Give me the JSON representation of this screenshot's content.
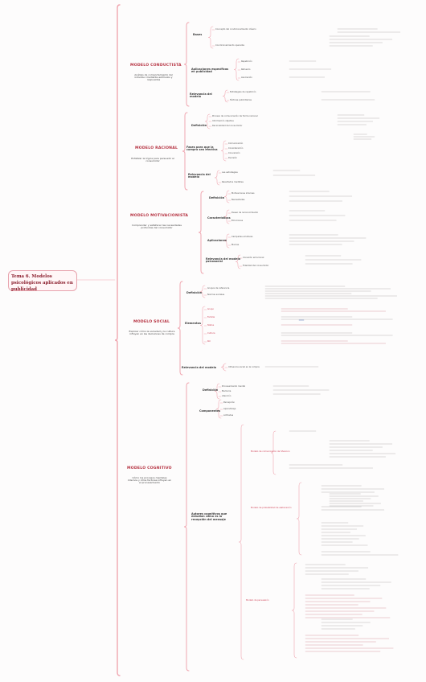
{
  "title": "Tema 6. Modelos psicológicos aplicados en publicidad",
  "colors": {
    "accent": "#e07a88",
    "title": "#8a1d2c",
    "bracket": "#f0a6b0",
    "blue": "#4a6fb2"
  },
  "models": [
    {
      "name": "MODELO CONDUCTISTA",
      "desc": "Análisis de comportamiento del individuo mediante estímulos y respuestas",
      "sections": [
        {
          "label": "Bases",
          "items": [
            "Concepto del condicionamiento clásico",
            "Condicionamiento operante"
          ]
        },
        {
          "label": "Aplicaciones específicas en publicidad",
          "items": [
            "Repetición",
            "Refuerzo",
            "Asociación"
          ]
        },
        {
          "label": "Relevancia del modelo",
          "items": [
            "Estrategias de repetición",
            "Tácticas publicitarias"
          ]
        }
      ]
    },
    {
      "name": "MODELO RACIONAL",
      "desc": "Enfatizar la lógica para persuadir al consumidor",
      "sections": [
        {
          "label": "Definición",
          "items": [
            "Proceso de comunicación de forma racional",
            "Información objetiva",
            "Racionalidad del consumidor"
          ]
        },
        {
          "label": "Fases para que la compra sea efectiva",
          "items": [
            "Comunicación",
            "Consideración",
            "Conversión",
            "Decisión"
          ]
        },
        {
          "label": "Relevancia del modelo",
          "items": [
            "Las estrategias",
            "Resultados medibles"
          ]
        }
      ]
    },
    {
      "name": "MODELO MOTIVACIONISTA",
      "desc": "Comprender y satisfacer las necesidades profundas del consumidor",
      "sections": [
        {
          "label": "Definición",
          "items": [
            "Motivaciones internas",
            "Necesidades"
          ]
        },
        {
          "label": "Características",
          "items": [
            "Deseo de reconocimiento",
            "Emociones"
          ]
        },
        {
          "label": "Aplicaciones",
          "items": [
            "Campañas emotivas",
            "Marcas"
          ]
        },
        {
          "label": "Relevancia del modelo psicosocial",
          "items": [
            "Conexión emocional",
            "Fidelidad del consumidor"
          ]
        }
      ]
    },
    {
      "name": "MODELO SOCIAL",
      "desc": "Explicar cómo la sociedad y la cultura influyen en las decisiones de compra",
      "sections": [
        {
          "label": "Definición",
          "items": [
            "Grupos de referencia",
            "Normas sociales"
          ]
        },
        {
          "label": "Elementos",
          "items": [
            "Grupo",
            "Familia",
            "Status",
            "Cultura",
            "Rol"
          ]
        },
        {
          "label": "Relevancia del modelo",
          "items": [
            "Influencia social en la compra"
          ]
        }
      ]
    },
    {
      "name": "MODELO COGNITIVO",
      "desc": "Cómo los procesos mentales internos y otros factores influyen en el procesamiento",
      "sections": [
        {
          "label": "Definición",
          "items": [
            "Procesamiento mental",
            "Memoria",
            "Atención"
          ]
        },
        {
          "label": "Componentes",
          "items": [
            "Percepción",
            "Aprendizaje",
            "Actitudes"
          ]
        },
        {
          "label": "Autores cognitivos que estudian cómo es la recepción del mensaje",
          "items": [
            "Modelo de comunicación de Shannon",
            "Modelo de probabilidad de elaboración",
            "Modelo de persuasión"
          ]
        }
      ]
    }
  ]
}
